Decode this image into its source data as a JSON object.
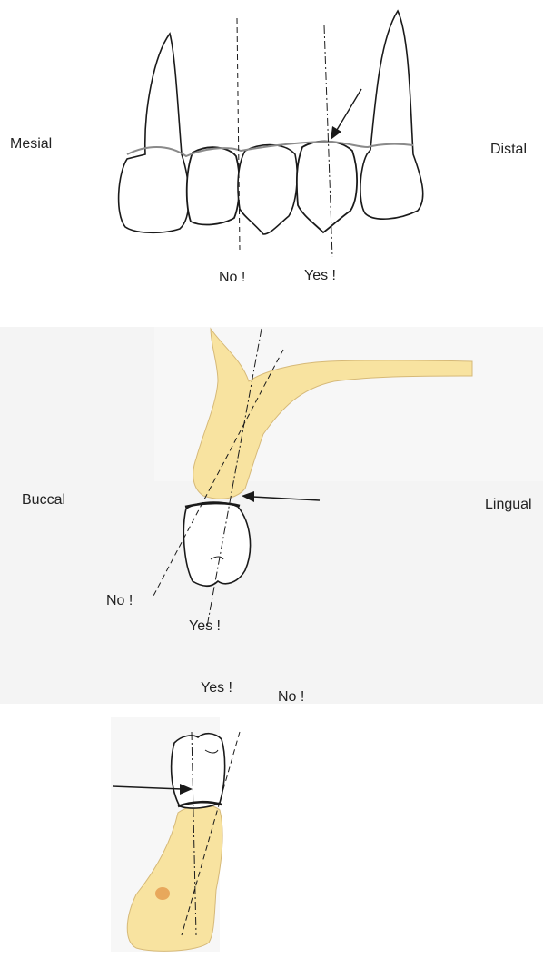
{
  "colors": {
    "bone": "#f8e3a0",
    "bone_edge": "#d6b978",
    "outline": "#1a1a1a",
    "gum_line": "#8a8a8a",
    "nerve_spot": "#e8a85c",
    "shade": "#f2f2f2"
  },
  "panel_top": {
    "label_left": "Mesial",
    "label_right": "Distal",
    "label_no": "No !",
    "label_yes": "Yes !"
  },
  "panel_middle": {
    "label_left": "Buccal",
    "label_right": "Lingual",
    "label_no": "No !",
    "label_yes": "Yes !"
  },
  "panel_bottom": {
    "label_yes": "Yes !",
    "label_no": "No !"
  }
}
